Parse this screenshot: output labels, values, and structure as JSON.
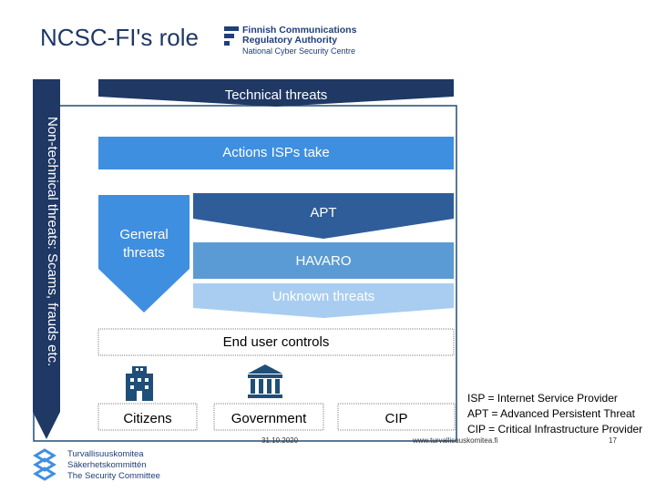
{
  "title": "NCSC-FI's role",
  "top_logo": {
    "line1": "Finnish Communications",
    "line2": "Regulatory Authority",
    "line3": "National Cyber Security Centre"
  },
  "diagram": {
    "technical_threats": "Technical threats",
    "non_technical_threats": "Non-technical threats: Scams, frauds etc.",
    "actions_isps": "Actions ISPs take",
    "apt": "APT",
    "general_threats": "General threats",
    "havaro": "HAVARO",
    "unknown_threats": "Unknown threats",
    "end_user_controls": "End user controls",
    "citizens": "Citizens",
    "government": "Government",
    "cip": "CIP"
  },
  "legend": [
    "ISP = Internet Service Provider",
    "APT = Advanced Persistent Threat",
    "CIP = Critical Infrastructure Provider"
  ],
  "footer": {
    "logo_line1": "Turvallisuuskomitea",
    "logo_line2": "Säkerhetskommittén",
    "logo_line3": "The Security Committee",
    "date": "31.10.2020",
    "url": "www.turvallisuuskomitea.fi",
    "page": "17"
  },
  "colors": {
    "dark_navy": "#1f3864",
    "mid_blue": "#2e5d9a",
    "bright_blue": "#3f8fe0",
    "steel_blue": "#5b9bd5",
    "light_blue": "#a9cdf0",
    "frame_blue": "#1f4e79"
  }
}
